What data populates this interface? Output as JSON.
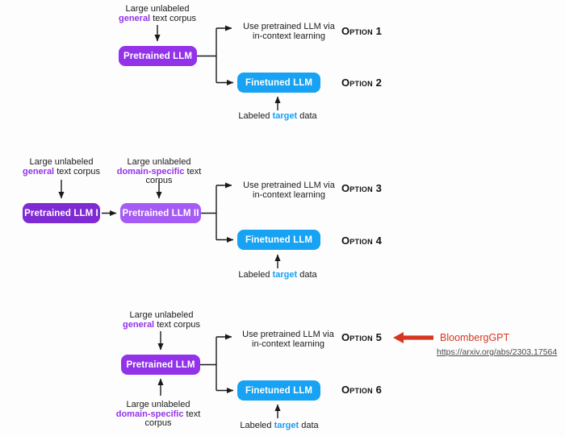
{
  "colors": {
    "pretrained_purple": "#9233EA",
    "pretrained_purple_dark": "#7F2BD3",
    "pretrained_purple_light": "#A55CF4",
    "finetuned_blue": "#17A2F3",
    "keyword_purple": "#9333EA",
    "keyword_blue": "#14A0F4",
    "annotation_red": "#D6361F",
    "text_color": "#1a1a1a"
  },
  "sections": [
    {
      "general_corpus": {
        "line1": "Large unlabeled",
        "keyword": "general",
        "rest": "text corpus"
      },
      "pretrained_box": "Pretrained LLM",
      "icl_text": {
        "line1": "Use pretrained LLM via",
        "line2": "in-context learning"
      },
      "finetuned_box": "Finetuned LLM",
      "labeled_data": {
        "pre": "Labeled",
        "keyword": "target",
        "post": "data"
      },
      "options": [
        "Option 1",
        "Option 2"
      ]
    },
    {
      "general_corpus": {
        "line1": "Large unlabeled",
        "keyword": "general",
        "rest": "text corpus"
      },
      "domain_corpus": {
        "line1": "Large unlabeled",
        "keyword": "domain-specific",
        "rest": "text corpus"
      },
      "pretrained_box_1": "Pretrained LLM I",
      "pretrained_box_2": "Pretrained LLM II",
      "icl_text": {
        "line1": "Use pretrained LLM via",
        "line2": "in-context learning"
      },
      "finetuned_box": "Finetuned LLM",
      "labeled_data": {
        "pre": "Labeled",
        "keyword": "target",
        "post": "data"
      },
      "options": [
        "Option 3",
        "Option 4"
      ]
    },
    {
      "general_corpus": {
        "line1": "Large unlabeled",
        "keyword": "general",
        "rest": "text corpus"
      },
      "domain_corpus": {
        "line1": "Large unlabeled",
        "keyword": "domain-specific",
        "rest": "text corpus"
      },
      "pretrained_box": "Pretrained LLM",
      "icl_text": {
        "line1": "Use pretrained LLM via",
        "line2": "in-context learning"
      },
      "finetuned_box": "Finetuned LLM",
      "labeled_data": {
        "pre": "Labeled",
        "keyword": "target",
        "post": "data"
      },
      "options": [
        "Option 5",
        "Option 6"
      ],
      "annotation": {
        "label": "BloombergGPT",
        "link": "https://arxiv.org/abs/2303.17564"
      }
    }
  ]
}
